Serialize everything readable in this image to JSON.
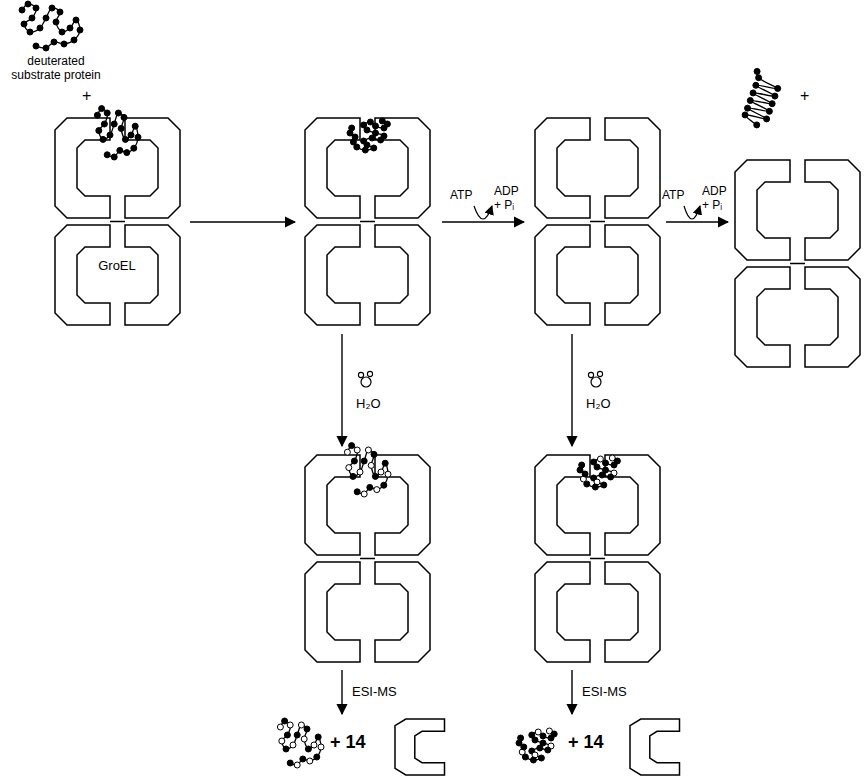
{
  "diagram": {
    "nodes": [
      {
        "text": [
          "GroEL"
        ]
      }
    ],
    "labels": [
      "deuterated substrate protein",
      "+",
      "ATP",
      "ADP + Pᵢ",
      "ATP",
      "ADP + Pᵢ",
      "+",
      "H₂O",
      "H₂O",
      "ESI-MS",
      "ESI-MS",
      "+ 14",
      "+ 14"
    ]
  }
}
